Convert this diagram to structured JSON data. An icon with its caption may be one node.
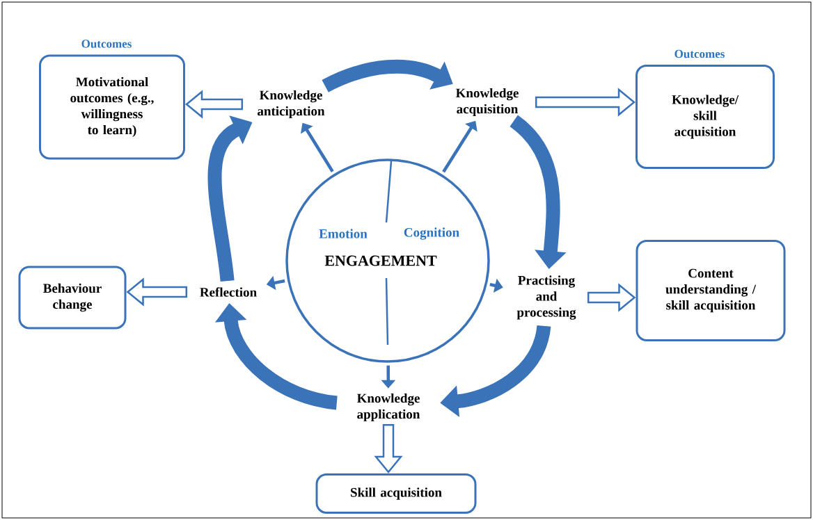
{
  "diagram": {
    "nodes": [
      {
        "text": [
          "Emotion",
          "Cognition",
          "ENGAGEMENT"
        ]
      },
      {
        "text": [
          "Knowledge anticipation"
        ]
      },
      {
        "text": [
          "Knowledge acquisition"
        ]
      },
      {
        "text": [
          "Practising and processing"
        ]
      },
      {
        "text": [
          "Knowledge application"
        ]
      },
      {
        "text": [
          "Reflection"
        ]
      },
      {
        "text": [
          "Outcomes",
          "Motivational outcomes (e.g., willingness to learn)"
        ]
      },
      {
        "text": [
          "Outcomes",
          "Knowledge/ skill acquisition"
        ]
      },
      {
        "text": [
          "Content understanding / skill acquisition"
        ]
      },
      {
        "text": [
          "Skill acquisition"
        ]
      },
      {
        "text": [
          "Behaviour change"
        ]
      }
    ],
    "edges": [
      {
        "from": 0,
        "to": 1,
        "arrow": "to"
      },
      {
        "from": 0,
        "to": 2,
        "arrow": "to"
      },
      {
        "from": 0,
        "to": 3,
        "arrow": "to"
      },
      {
        "from": 0,
        "to": 4,
        "arrow": "to"
      },
      {
        "from": 0,
        "to": 5,
        "arrow": "to"
      },
      {
        "from": 1,
        "to": 2,
        "arrow": "to",
        "style": "thick"
      },
      {
        "from": 2,
        "to": 3,
        "arrow": "to",
        "style": "thick"
      },
      {
        "from": 3,
        "to": 4,
        "arrow": "to",
        "style": "thick"
      },
      {
        "from": 4,
        "to": 5,
        "arrow": "to",
        "style": "thick"
      },
      {
        "from": 5,
        "to": 1,
        "arrow": "to",
        "style": "thick"
      },
      {
        "from": 1,
        "to": 6,
        "arrow": "to"
      },
      {
        "from": 2,
        "to": 7,
        "arrow": "to"
      },
      {
        "from": 3,
        "to": 8,
        "arrow": "to"
      },
      {
        "from": 4,
        "to": 9,
        "arrow": "to"
      },
      {
        "from": 5,
        "to": 10,
        "arrow": "to"
      }
    ]
  }
}
